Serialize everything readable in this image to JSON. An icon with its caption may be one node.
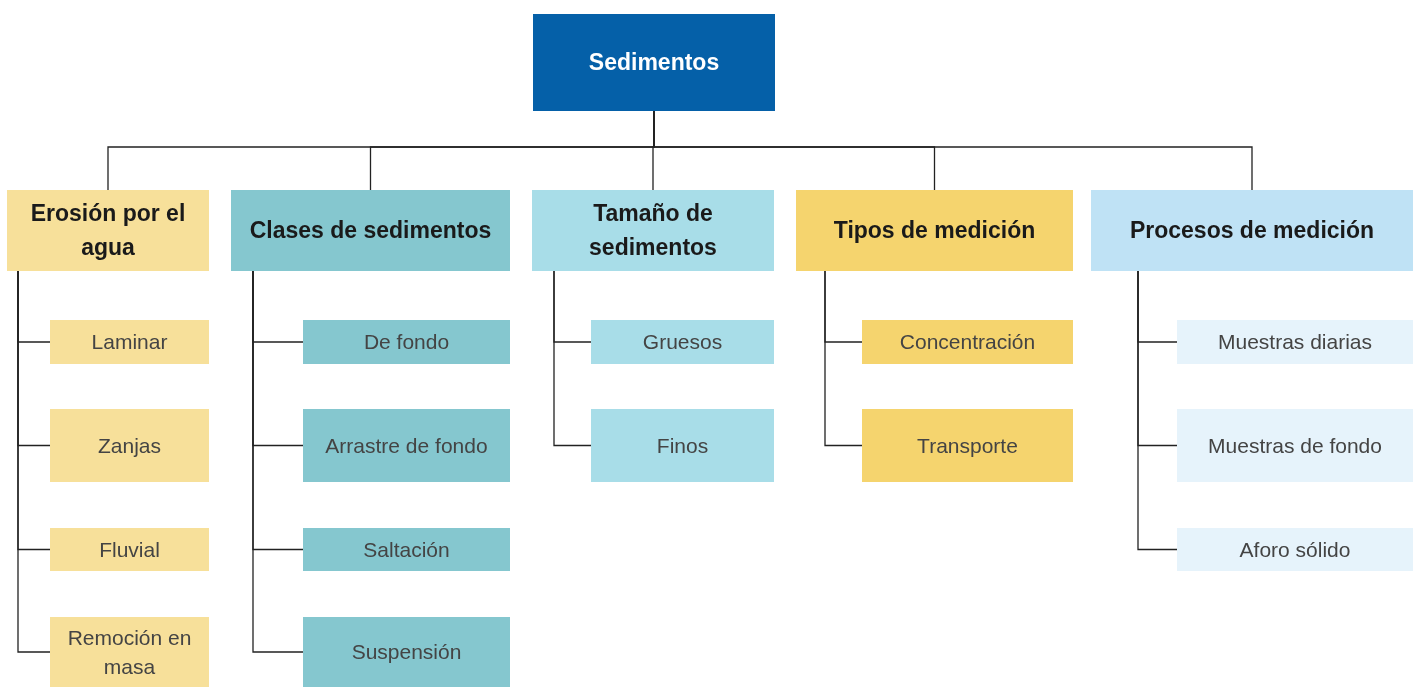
{
  "diagram": {
    "nodes": [
      {
        "text": [
          "Sedimentos"
        ]
      },
      {
        "text": [
          "Erosión por el agua"
        ]
      },
      {
        "text": [
          "Clases de sedimentos"
        ]
      },
      {
        "text": [
          "Tamaño de sedimentos"
        ]
      },
      {
        "text": [
          "Tipos de medición"
        ]
      },
      {
        "text": [
          "Procesos de medición"
        ]
      },
      {
        "text": [
          "Laminar"
        ]
      },
      {
        "text": [
          "Zanjas"
        ]
      },
      {
        "text": [
          "Fluvial"
        ]
      },
      {
        "text": [
          "Remoción en masa"
        ]
      },
      {
        "text": [
          "De fondo"
        ]
      },
      {
        "text": [
          "Arrastre de fondo"
        ]
      },
      {
        "text": [
          "Saltación"
        ]
      },
      {
        "text": [
          "Suspensión"
        ]
      },
      {
        "text": [
          "Gruesos"
        ]
      },
      {
        "text": [
          "Finos"
        ]
      },
      {
        "text": [
          "Concentración"
        ]
      },
      {
        "text": [
          "Transporte"
        ]
      },
      {
        "text": [
          "Muestras diarias"
        ]
      },
      {
        "text": [
          "Muestras de fondo"
        ]
      },
      {
        "text": [
          "Aforo sólido"
        ]
      }
    ],
    "edges": [
      {
        "from": 0,
        "to": 1,
        "arrow": "none"
      },
      {
        "from": 0,
        "to": 2,
        "arrow": "none"
      },
      {
        "from": 0,
        "to": 3,
        "arrow": "none"
      },
      {
        "from": 0,
        "to": 4,
        "arrow": "none"
      },
      {
        "from": 0,
        "to": 5,
        "arrow": "none"
      },
      {
        "from": 1,
        "to": 6,
        "arrow": "none"
      },
      {
        "from": 1,
        "to": 7,
        "arrow": "none"
      },
      {
        "from": 1,
        "to": 8,
        "arrow": "none"
      },
      {
        "from": 1,
        "to": 9,
        "arrow": "none"
      },
      {
        "from": 2,
        "to": 10,
        "arrow": "none"
      },
      {
        "from": 2,
        "to": 11,
        "arrow": "none"
      },
      {
        "from": 2,
        "to": 12,
        "arrow": "none"
      },
      {
        "from": 2,
        "to": 13,
        "arrow": "none"
      },
      {
        "from": 3,
        "to": 14,
        "arrow": "none"
      },
      {
        "from": 3,
        "to": 15,
        "arrow": "none"
      },
      {
        "from": 4,
        "to": 16,
        "arrow": "none"
      },
      {
        "from": 4,
        "to": 17,
        "arrow": "none"
      },
      {
        "from": 5,
        "to": 18,
        "arrow": "none"
      },
      {
        "from": 5,
        "to": 19,
        "arrow": "none"
      },
      {
        "from": 5,
        "to": 20,
        "arrow": "none"
      }
    ]
  }
}
